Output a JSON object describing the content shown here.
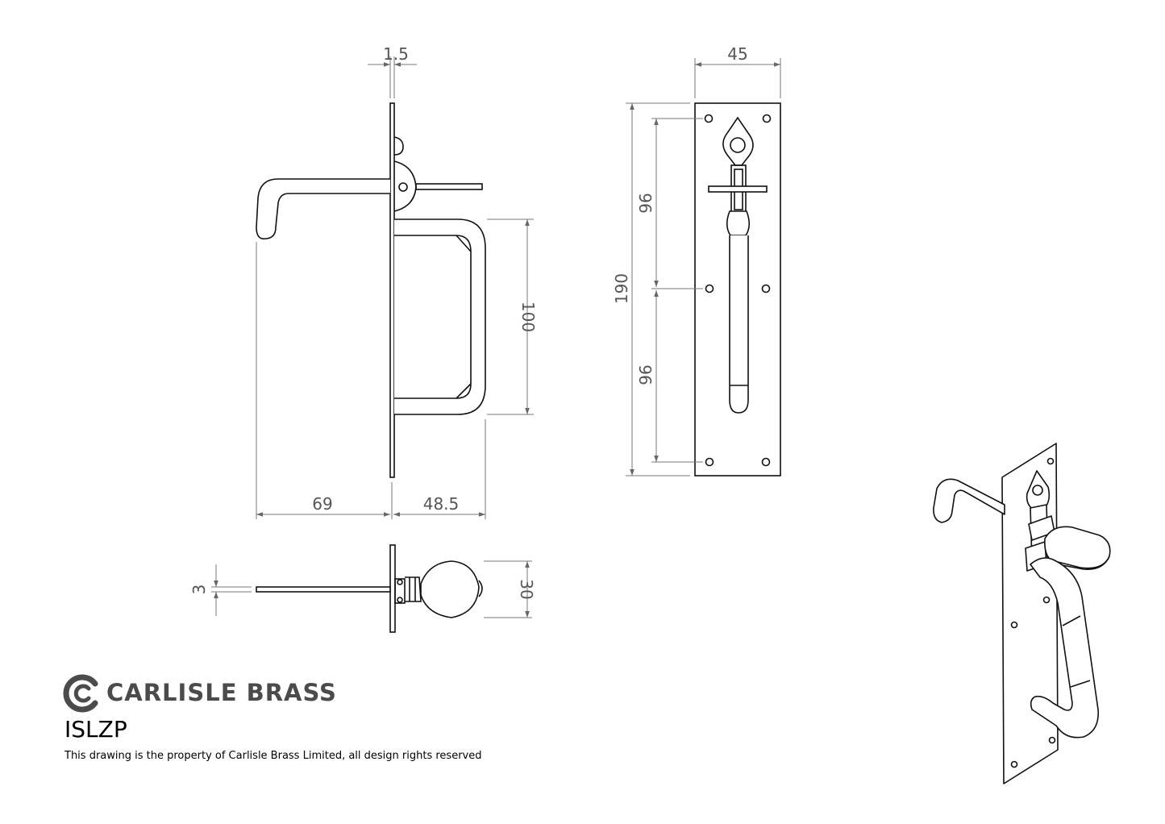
{
  "brand": {
    "name": "CARLISLE BRASS",
    "logo_icon": "carlisle-brass-logo-icon",
    "color": "#4b4b4b"
  },
  "product_code": "ISLZP",
  "copyright_note": "This drawing is the property of Carlisle Brass Limited, all design rights reserved",
  "dimensions": {
    "plate_thickness": "1.5",
    "plate_width": "45",
    "plate_height": "190",
    "upper_hole_spacing": "96",
    "lower_hole_spacing": "96",
    "handle_height": "100",
    "lever_projection": "69",
    "handle_projection": "48.5",
    "thumb_thickness": "3",
    "thumb_width": "30"
  }
}
